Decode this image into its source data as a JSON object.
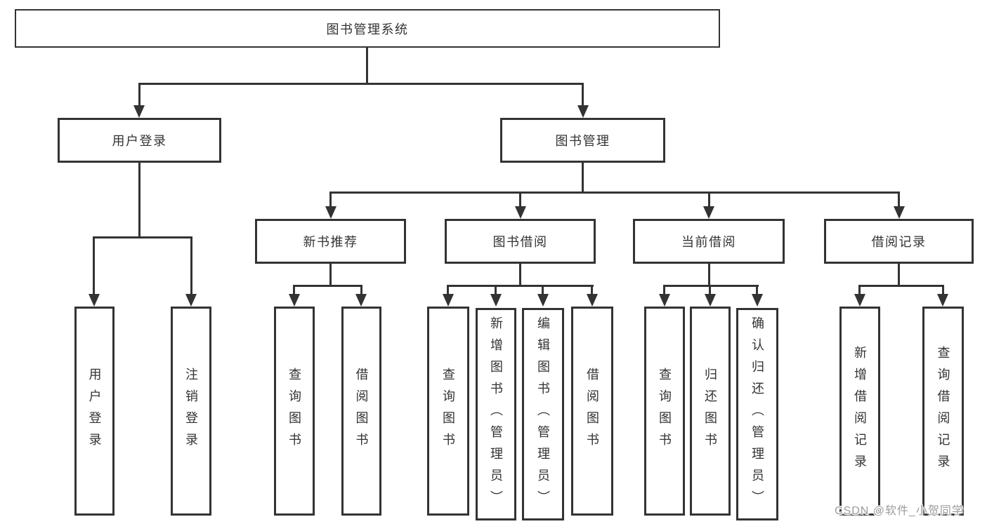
{
  "diagram": {
    "root": {
      "label": "图书管理系统"
    },
    "branches": [
      {
        "label": "用户登录",
        "leaves": [
          {
            "label": "用户登录"
          },
          {
            "label": "注销登录"
          }
        ]
      },
      {
        "label": "图书管理",
        "sections": [
          {
            "label": "新书推荐",
            "leaves": [
              {
                "label": "查询图书"
              },
              {
                "label": "借阅图书"
              }
            ]
          },
          {
            "label": "图书借阅",
            "leaves": [
              {
                "label": "查询图书"
              },
              {
                "label": "新增图书（管理员）"
              },
              {
                "label": "编辑图书（管理员）"
              },
              {
                "label": "借阅图书"
              }
            ]
          },
          {
            "label": "当前借阅",
            "leaves": [
              {
                "label": "查询图书"
              },
              {
                "label": "归还图书"
              },
              {
                "label": "确认归还（管理员）"
              }
            ]
          },
          {
            "label": "借阅记录",
            "leaves": [
              {
                "label": "新增借阅记录"
              },
              {
                "label": "查询借阅记录"
              }
            ]
          }
        ]
      }
    ]
  },
  "watermark": {
    "text": "CSDN @软件_小贺同学"
  },
  "colors": {
    "line": "#333333",
    "text": "#333333",
    "box-bg": "#ffffff",
    "background": "#ffffff",
    "watermark": "#9c9c9c"
  }
}
